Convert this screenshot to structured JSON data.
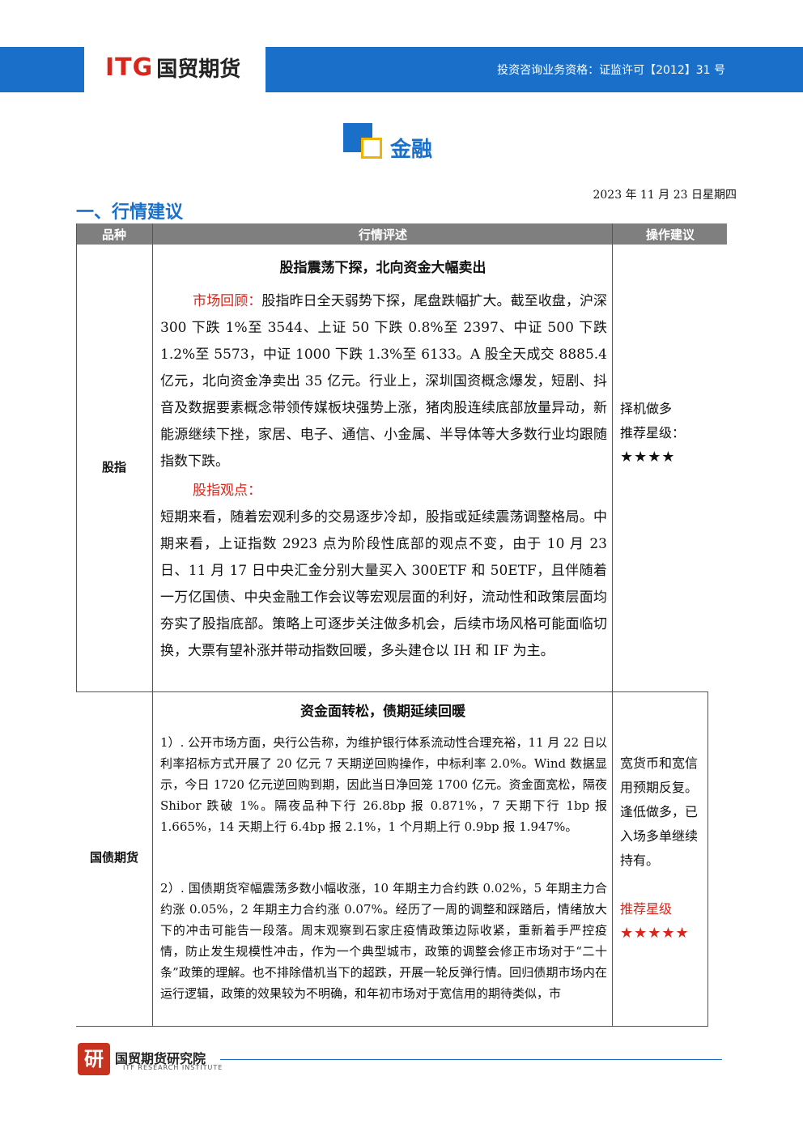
{
  "header": {
    "logo_latin": "ITG",
    "logo_cn": "国贸期货",
    "license": "投资咨询业务资格：证监许可【2012】31 号",
    "brand_color": "#1a6fc8",
    "accent_color": "#d9261c"
  },
  "section": {
    "title": "金融"
  },
  "date": "2023 年 11 月 23 日星期四",
  "heading": "一、行情建议",
  "table": {
    "headers": [
      "品种",
      "行情评述",
      "操作建议"
    ],
    "rows": [
      {
        "category": "股指",
        "title": "股指震荡下探，北向资金大幅卖出",
        "review_label": "市场回顾：",
        "review_text": "股指昨日全天弱势下探，尾盘跌幅扩大。截至收盘，沪深 300 下跌 1%至 3544、上证 50 下跌 0.8%至 2397、中证 500 下跌 1.2%至 5573，中证 1000 下跌 1.3%至 6133。A 股全天成交 8885.4 亿元，北向资金净卖出 35 亿元。行业上，深圳国资概念爆发，短剧、抖音及数据要素概念带领传媒板块强势上涨，猪肉股连续底部放量异动，新能源继续下挫，家居、电子、通信、小金属、半导体等大多数行业均跟随指数下跌。",
        "view_label": "股指观点：",
        "view_text": "短期来看，随着宏观利多的交易逐步冷却，股指或延续震荡调整格局。中期来看，上证指数 2923 点为阶段性底部的观点不变，由于 10 月 23 日、11 月 17 日中央汇金分别大量买入 300ETF 和 50ETF，且伴随着一万亿国债、中央金融工作会议等宏观层面的利好，流动性和政策层面均夯实了股指底部。策略上可逐步关注做多机会，后续市场风格可能面临切换，大票有望补涨并带动指数回暖，多头建仓以 IH 和 IF 为主。",
        "advice": "择机做多",
        "rating_label": "推荐星级：",
        "stars": "★★★★"
      },
      {
        "category": "国债期货",
        "title": "资金面转松，债期延续回暖",
        "p1": "1）. 公开市场方面，央行公告称，为维护银行体系流动性合理充裕，11 月 22 日以利率招标方式开展了 20 亿元 7 天期逆回购操作，中标利率 2.0%。Wind 数据显示，今日 1720 亿元逆回购到期，因此当日净回笼 1700 亿元。资金面宽松，隔夜 Shibor 跌破 1%。隔夜品种下行 26.8bp 报 0.871%，7 天期下行 1bp 报 1.665%，14 天期上行 6.4bp 报 2.1%，1 个月期上行 0.9bp 报 1.947%。",
        "p2": "2）. 国债期货窄幅震荡多数小幅收涨，10 年期主力合约跌 0.02%，5 年期主力合约涨 0.05%，2 年期主力合约涨 0.07%。经历了一周的调整和踩踏后，情绪放大下的冲击可能告一段落。周末观察到石家庄疫情政策边际收紧，重新着手严控疫情，防止发生规模性冲击，作为一个典型城市，政策的调整会修正市场对于“二十条”政策的理解。也不排除借机当下的超跌，开展一轮反弹行情。回归债期市场内在运行逻辑，政策的效果较为不明确，和年初市场对于宽信用的期待类似，市",
        "advice": "宽货币和宽信用预期反复。逢低做多，已入场多单继续持有。",
        "rating_label": "推荐星级",
        "stars": "★★★★★"
      }
    ]
  },
  "footer": {
    "logo_char": "研",
    "name": "国贸期货研究院",
    "sub": "ITF RESEARCH INSTITUTE"
  }
}
